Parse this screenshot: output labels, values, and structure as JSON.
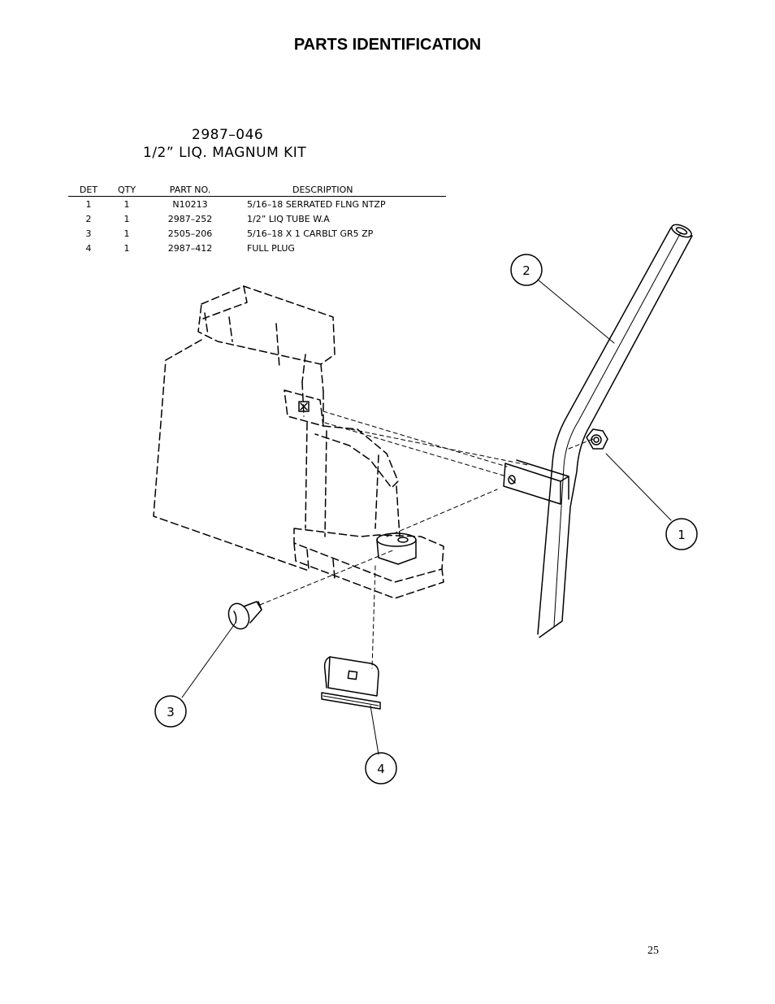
{
  "page": {
    "title": "PARTS IDENTIFICATION",
    "page_number": "25"
  },
  "kit": {
    "number": "2987–046",
    "name": "1/2” LIQ. MAGNUM KIT"
  },
  "table": {
    "headers": {
      "det": "DET",
      "qty": "QTY",
      "part": "PART NO.",
      "desc": "DESCRIPTION"
    },
    "rows": [
      {
        "det": "1",
        "qty": "1",
        "part": "N10213",
        "desc": "5/16–18 SERRATED FLNG NTZP"
      },
      {
        "det": "2",
        "qty": "1",
        "part": "2987–252",
        "desc": "1/2” LIQ TUBE W.A"
      },
      {
        "det": "3",
        "qty": "1",
        "part": "2505–206",
        "desc": "5/16–18 X 1 CARBLT GR5 ZP"
      },
      {
        "det": "4",
        "qty": "1",
        "part": "2987–412",
        "desc": "FULL PLUG"
      }
    ]
  },
  "callouts": [
    "1",
    "2",
    "3",
    "4"
  ]
}
